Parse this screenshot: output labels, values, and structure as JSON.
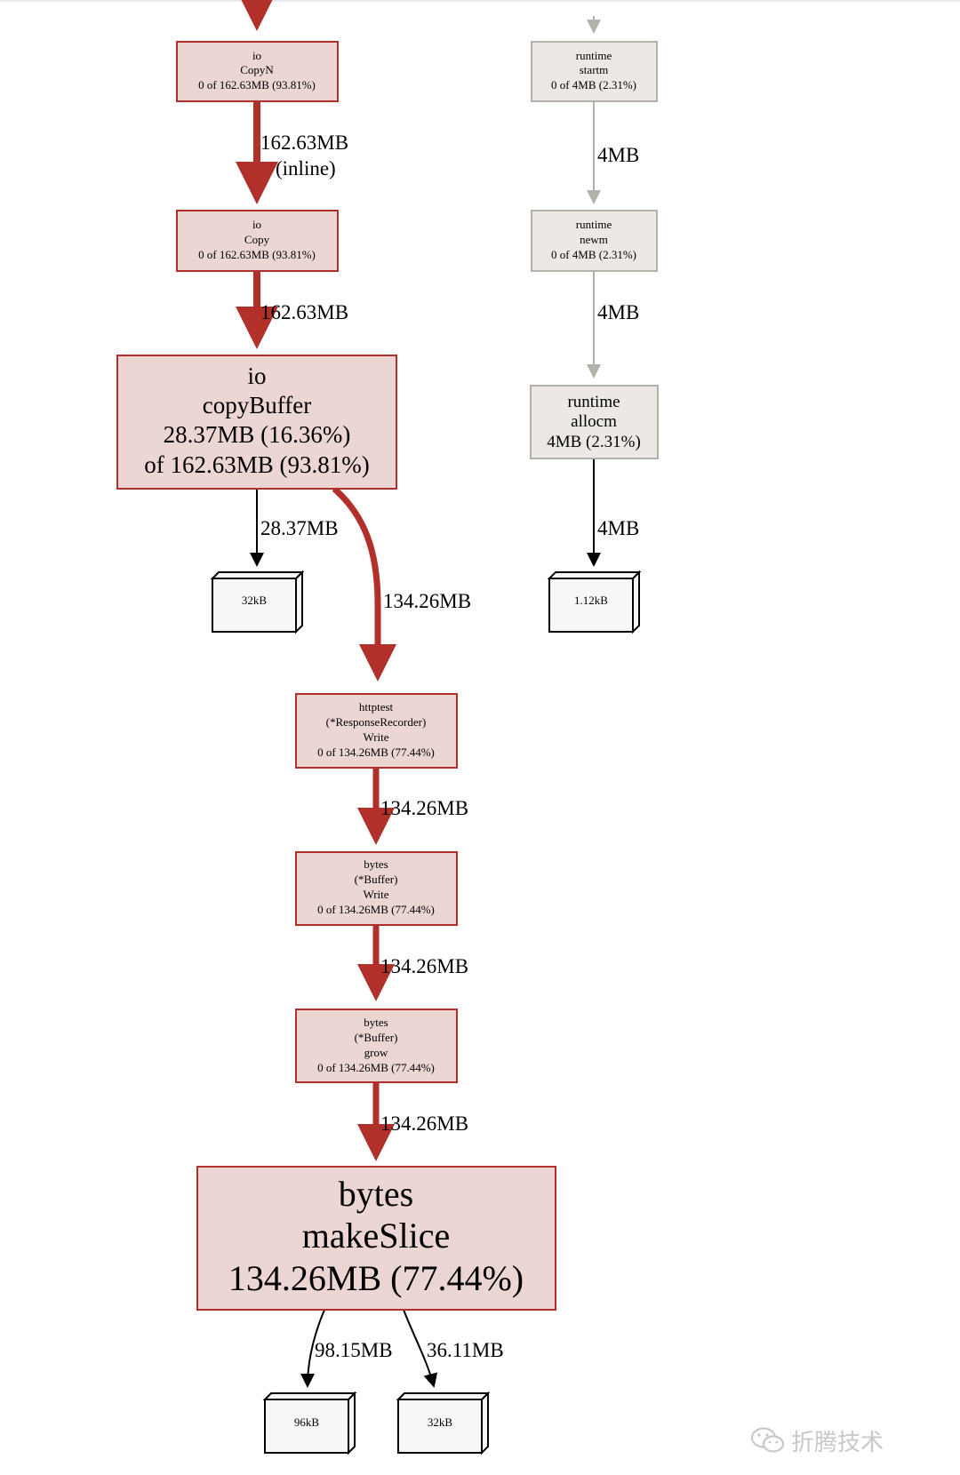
{
  "nodes": {
    "copyn": {
      "pkg": "io",
      "fn": "CopyN",
      "stat": "0 of 162.63MB (93.81%)"
    },
    "copy": {
      "pkg": "io",
      "fn": "Copy",
      "stat": "0 of 162.63MB (93.81%)"
    },
    "copybuffer": {
      "pkg": "io",
      "fn": "copyBuffer",
      "flat": "28.37MB (16.36%)",
      "cum": "of 162.63MB (93.81%)"
    },
    "recorder_write": {
      "pkg": "httptest",
      "recv": "(*ResponseRecorder)",
      "fn": "Write",
      "stat": "0 of 134.26MB (77.44%)"
    },
    "buffer_write": {
      "pkg": "bytes",
      "recv": "(*Buffer)",
      "fn": "Write",
      "stat": "0 of 134.26MB (77.44%)"
    },
    "buffer_grow": {
      "pkg": "bytes",
      "recv": "(*Buffer)",
      "fn": "grow",
      "stat": "0 of 134.26MB (77.44%)"
    },
    "makeslice": {
      "pkg": "bytes",
      "fn": "makeSlice",
      "flat": "134.26MB (77.44%)"
    },
    "startm": {
      "pkg": "runtime",
      "fn": "startm",
      "stat": "0 of 4MB (2.31%)"
    },
    "newm": {
      "pkg": "runtime",
      "fn": "newm",
      "stat": "0 of 4MB (2.31%)"
    },
    "allocm": {
      "pkg": "runtime",
      "fn": "allocm",
      "flat": "4MB (2.31%)"
    }
  },
  "alloc_boxes": {
    "copybuffer_alloc": "32kB",
    "allocm_alloc": "1.12kB",
    "makeslice_alloc_1": "96kB",
    "makeslice_alloc_2": "32kB"
  },
  "edges": {
    "copyn_to_copy": [
      "162.63MB",
      "(inline)"
    ],
    "copy_to_copybuffer": "162.63MB",
    "copybuffer_to_alloc": "28.37MB",
    "copybuffer_to_recorder": "134.26MB",
    "recorder_to_write": "134.26MB",
    "write_to_grow": "134.26MB",
    "grow_to_makeslice": "134.26MB",
    "makeslice_to_alloc_1": "98.15MB",
    "makeslice_to_alloc_2": "36.11MB",
    "startm_to_newm": "4MB",
    "newm_to_allocm": "4MB",
    "allocm_to_alloc": "4MB"
  },
  "colors": {
    "hot_edge": "#b1302a",
    "hot_fill": "#ebd6d3",
    "cold_edge": "#b2b2aa",
    "cold_fill": "#ece9e5"
  },
  "watermark": {
    "text": "折腾技术",
    "icon": "wechat-icon"
  }
}
